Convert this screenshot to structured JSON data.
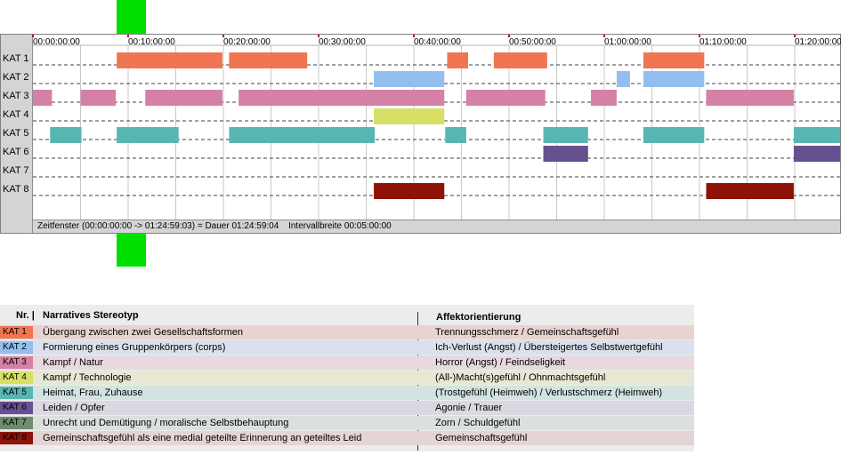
{
  "timeline": {
    "ticks": [
      "00:00:00:00",
      "00:10:00:00",
      "00:20:00:00",
      "00:30:00:00",
      "00:40:00:00",
      "00:50:00:00",
      "01:00:00:00",
      "01:10:00:00",
      "01:20:00:00"
    ],
    "status": {
      "zeitfenster": "Zeitfenster (00:00:00:00 -> 01:24:59:03) = Dauer 01:24:59:04",
      "intervall": "Intervallbreite 00:05:00:00"
    }
  },
  "chart_data": {
    "type": "timeline",
    "x_unit": "minutes",
    "xlim": [
      0,
      85
    ],
    "tick_interval_minutes": 10,
    "grid": true,
    "categories": [
      "KAT 1",
      "KAT 2",
      "KAT 3",
      "KAT 4",
      "KAT 5",
      "KAT 6",
      "KAT 7",
      "KAT 8"
    ],
    "colors": [
      "#f07553",
      "#92bff0",
      "#d580a5",
      "#d7e065",
      "#58b6b2",
      "#67508f",
      "#8a8a8a",
      "#8f1209"
    ],
    "series": [
      {
        "category": "KAT 1",
        "intervals": [
          [
            8.8,
            19.9
          ],
          [
            20.6,
            28.8
          ],
          [
            43.5,
            45.7
          ],
          [
            48.4,
            54.0
          ],
          [
            64.1,
            70.5
          ]
        ]
      },
      {
        "category": "KAT 2",
        "intervals": [
          [
            35.8,
            43.2
          ],
          [
            61.3,
            62.7
          ],
          [
            64.1,
            70.5
          ]
        ]
      },
      {
        "category": "KAT 3",
        "intervals": [
          [
            0.0,
            2.0
          ],
          [
            5.0,
            8.7
          ],
          [
            11.8,
            19.9
          ],
          [
            21.6,
            43.2
          ],
          [
            45.5,
            53.8
          ],
          [
            58.6,
            61.3
          ],
          [
            70.7,
            79.9
          ]
        ]
      },
      {
        "category": "KAT 4",
        "intervals": [
          [
            35.8,
            43.2
          ]
        ]
      },
      {
        "category": "KAT 5",
        "intervals": [
          [
            1.8,
            5.1
          ],
          [
            8.8,
            15.3
          ],
          [
            20.6,
            35.9
          ],
          [
            43.3,
            45.5
          ],
          [
            53.6,
            58.3
          ],
          [
            64.1,
            70.5
          ],
          [
            79.9,
            85.0
          ]
        ]
      },
      {
        "category": "KAT 6",
        "intervals": [
          [
            53.6,
            58.3
          ],
          [
            79.9,
            85.0
          ]
        ]
      },
      {
        "category": "KAT 7",
        "intervals": []
      },
      {
        "category": "KAT 8",
        "intervals": [
          [
            35.8,
            43.2
          ],
          [
            70.7,
            79.9
          ]
        ]
      }
    ]
  },
  "legend": {
    "headers": {
      "nr": "Nr. |",
      "stereotyp": "Narratives Stereotyp",
      "affekt": "Affektorientierung"
    },
    "rows": [
      {
        "kat": "KAT 1",
        "color": "#f07553",
        "bg": "#e8d3d0",
        "stereotyp": "Übergang zwischen zwei Gesellschaftsformen",
        "affekt": "Trennungsschmerz / Gemeinschaftsgefühl"
      },
      {
        "kat": "KAT 2",
        "color": "#92bff0",
        "bg": "#d8e1ec",
        "stereotyp": "Formierung eines Gruppenkörpers (corps)",
        "affekt": "Ich-Verlust (Angst) / Übersteigertes Selbstwertgefühl"
      },
      {
        "kat": "KAT 3",
        "color": "#d580a5",
        "bg": "#e8d8e0",
        "stereotyp": "Kampf / Natur",
        "affekt": "Horror (Angst) / Feindseligkeit"
      },
      {
        "kat": "KAT 4",
        "color": "#d7e065",
        "bg": "#e6e8d4",
        "stereotyp": "Kampf / Technologie",
        "affekt": "(All-)Macht(s)gefühl / Ohnmachtsgefühl"
      },
      {
        "kat": "KAT 5",
        "color": "#58b6b2",
        "bg": "#d3e3e2",
        "stereotyp": "Heimat, Frau, Zuhause",
        "affekt": "(Trostgefühl (Heimweh) / Verlustschmerz (Heimweh)"
      },
      {
        "kat": "KAT 6",
        "color": "#67508f",
        "bg": "#dbd8e1",
        "stereotyp": "Leiden / Opfer",
        "affekt": "Agonie / Trauer"
      },
      {
        "kat": "KAT 7",
        "color": "#6f8c6f",
        "bg": "#dce0dc",
        "stereotyp": "Unrecht und Demütigung / moralische Selbstbehauptung",
        "affekt": "Zorn / Schuldgefühl"
      },
      {
        "kat": "KAT 8",
        "color": "#8f1209",
        "bg": "#e4d4d3",
        "stereotyp": "Gemeinschaftsgefühl als eine medial geteilte Erinnerung an geteiltes Leid",
        "affekt": "Gemeinschaftsgefühl"
      }
    ]
  }
}
